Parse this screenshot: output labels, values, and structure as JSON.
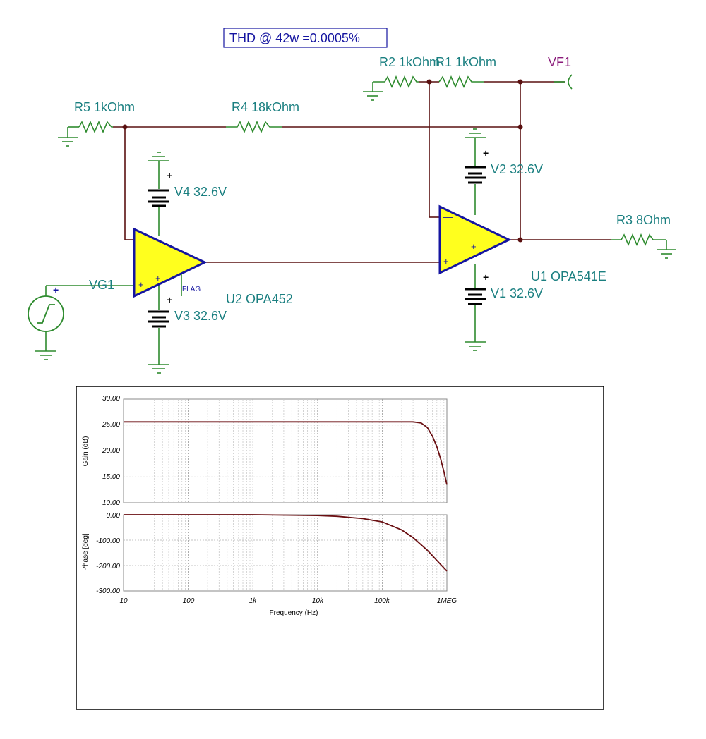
{
  "schematic": {
    "note": "THD @ 42w =0.0005%",
    "components": {
      "r2": "R2 1kOhm",
      "r1": "R1 1kOhm",
      "vf1": "VF1",
      "r5": "R5 1kOhm",
      "r4": "R4 18kOhm",
      "v2": "V2 32.6V",
      "v4": "V4 32.6V",
      "r3": "R3 8Ohm",
      "u1": "U1 OPA541E",
      "vg1": "VG1",
      "u2": "U2 OPA452",
      "v1": "V1 32.6V",
      "v3": "V3 32.6V",
      "flag": "FLAG"
    }
  },
  "chart_data": [
    {
      "type": "line",
      "xscale": "log",
      "xlim": [
        10,
        1000000
      ],
      "ylim": [
        10,
        30
      ],
      "ylabel": "Gain (dB)",
      "yticks": [
        "30.00",
        "25.00",
        "20.00",
        "15.00",
        "10.00"
      ],
      "series": [
        {
          "x": [
            10,
            100,
            1000,
            10000,
            100000,
            300000,
            400000,
            500000,
            600000,
            700000,
            800000,
            900000,
            1000000
          ],
          "y": [
            25.6,
            25.6,
            25.6,
            25.6,
            25.6,
            25.6,
            25.4,
            24.5,
            22.8,
            20.8,
            18.5,
            16.0,
            13.5
          ]
        }
      ],
      "color": "#6a0f12"
    },
    {
      "type": "line",
      "xscale": "log",
      "xlim": [
        10,
        1000000
      ],
      "ylim": [
        -300,
        0
      ],
      "ylabel": "Phase [deg]",
      "xlabel": "Frequency (Hz)",
      "yticks": [
        "0.00",
        "-100.00",
        "-200.00",
        "-300.00"
      ],
      "xticks": [
        "10",
        "100",
        "1k",
        "10k",
        "100k",
        "1MEG"
      ],
      "series": [
        {
          "x": [
            10,
            100,
            1000,
            10000,
            20000,
            50000,
            100000,
            200000,
            300000,
            500000,
            700000,
            1000000
          ],
          "y": [
            0,
            0,
            0,
            -3,
            -6,
            -15,
            -28,
            -60,
            -90,
            -140,
            -180,
            -222
          ]
        }
      ],
      "color": "#6a0f12"
    }
  ]
}
